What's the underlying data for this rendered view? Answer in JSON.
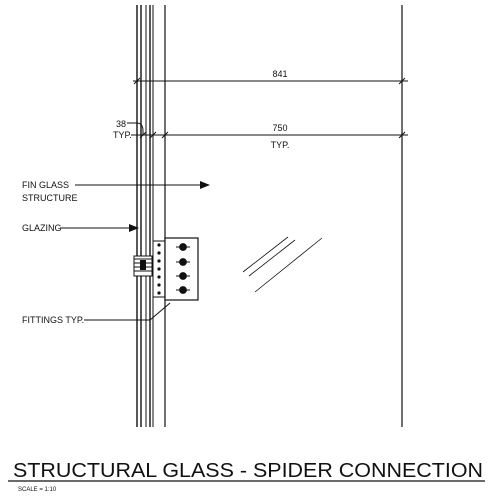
{
  "dimensions": {
    "overall": "841",
    "overall_note": "",
    "panel": "750",
    "panel_note": "TYP.",
    "fin": "38",
    "fin_note": "TYP."
  },
  "labels": {
    "fin_glass_line1": "FIN GLASS",
    "fin_glass_line2": "STRUCTURE",
    "glazing": "GLAZING",
    "fittings": "FITTINGS TYP."
  },
  "title": "STRUCTURAL GLASS - SPIDER CONNECTION",
  "scale": "SCALE = 1:10"
}
